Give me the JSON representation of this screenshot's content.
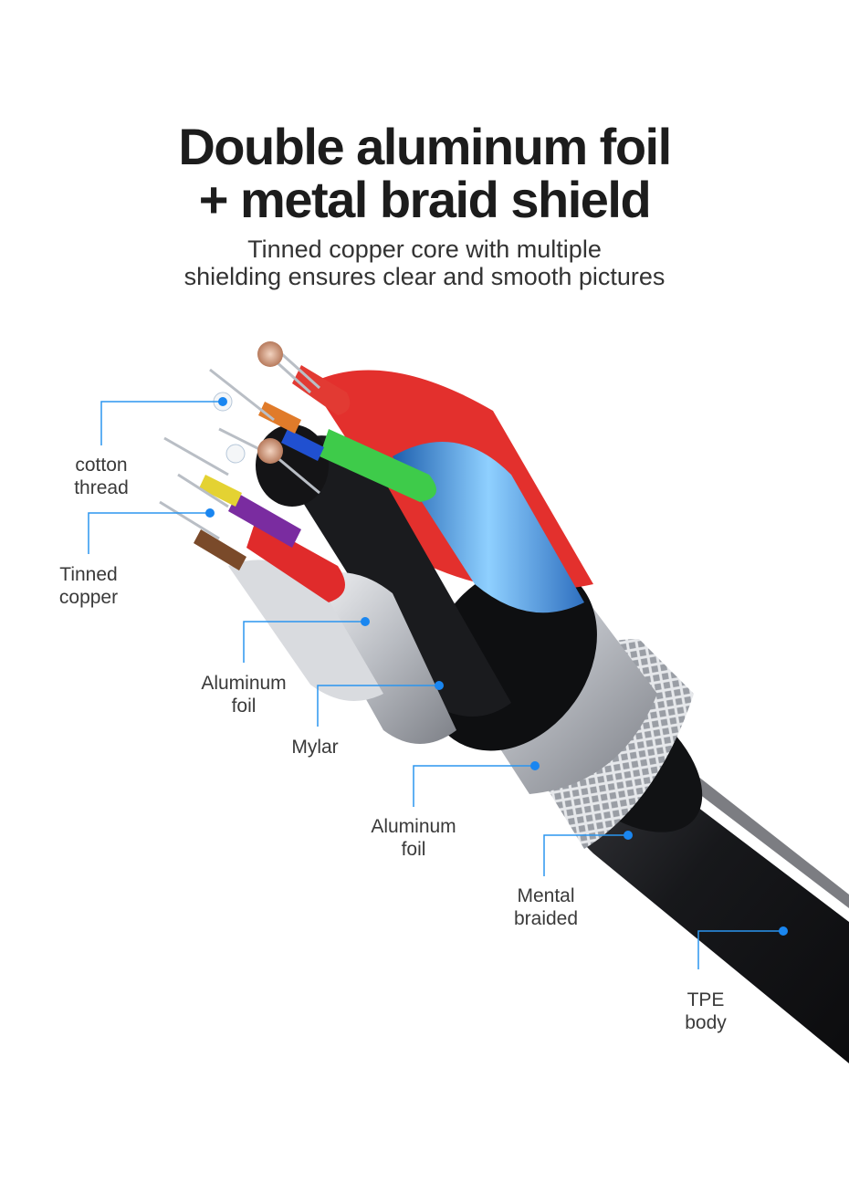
{
  "headline": {
    "line1": "Double aluminum foil",
    "line2": "+ metal braid shield"
  },
  "subtitle": {
    "line1": "Tinned copper core with multiple",
    "line2": "shielding ensures clear and smooth pictures"
  },
  "callouts": [
    {
      "line1": "cotton",
      "line2": "thread"
    },
    {
      "line1": "Tinned",
      "line2": "copper"
    },
    {
      "line1": "Aluminum",
      "line2": "foil"
    },
    {
      "line1": "Mylar",
      "line2": ""
    },
    {
      "line1": "Aluminum",
      "line2": "foil"
    },
    {
      "line1": "Mental",
      "line2": "braided"
    },
    {
      "line1": "TPE",
      "line2": "body"
    }
  ],
  "colors": {
    "title": "#1c1c1c",
    "leader_line": "#2b95ef",
    "leader_dot": "#1a86f0",
    "jacket": "#1b1c1f"
  }
}
